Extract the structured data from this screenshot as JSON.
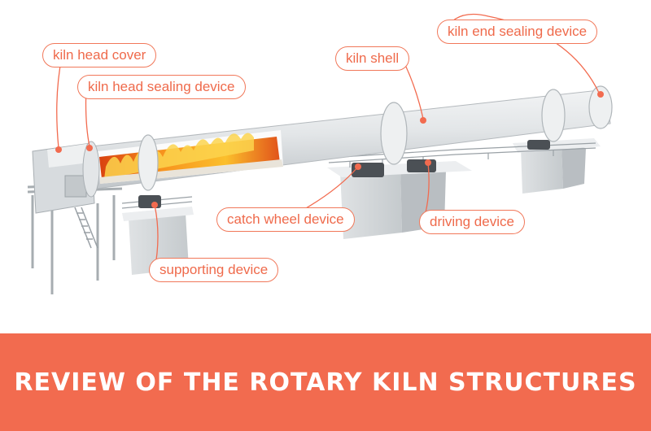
{
  "labels": {
    "kiln_head_cover": "kiln head cover",
    "kiln_head_sealing_device": "kiln head sealing device",
    "kiln_shell": "kiln shell",
    "kiln_end_sealing_device": "kiln end sealing device",
    "catch_wheel_device": "catch wheel device",
    "driving_device": "driving device",
    "supporting_device": "supporting device"
  },
  "banner": {
    "title": "REVIEW OF THE ROTARY KILN STRUCTURES"
  },
  "colors": {
    "accent": "#f26b4f",
    "label_text": "#ef6a4b",
    "kiln_body": "#e7eaec",
    "flame": "#f7931e"
  }
}
